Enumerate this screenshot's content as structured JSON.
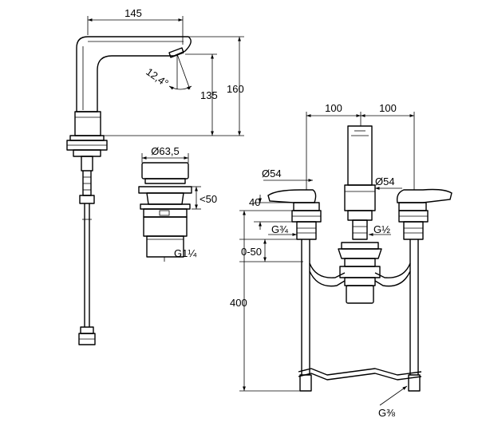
{
  "dimensions": {
    "spout_reach": "145",
    "spout_outlet_height": "135",
    "spout_total_height": "160",
    "spout_angle": "12,4°",
    "waste_diameter": "Ø63,5",
    "waste_height": "<50",
    "waste_thread": "G1¼",
    "spacing_left": "100",
    "spacing_right": "100",
    "handle_diameter_left": "Ø54",
    "handle_diameter_right": "Ø54",
    "handle_height": "40",
    "handle_thread": "G¾",
    "spout_thread": "G½",
    "deck_range": "0-50",
    "hose_length": "400",
    "hose_thread": "G⅜"
  }
}
